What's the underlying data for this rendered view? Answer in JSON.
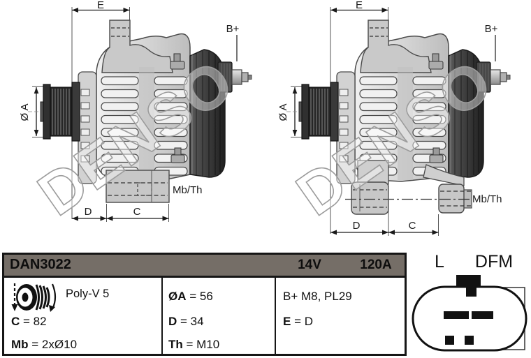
{
  "title_block": {
    "part_number": "DAN3022",
    "voltage": "14V",
    "amperage": "120A"
  },
  "drawing": {
    "watermark": "DENSO",
    "dim_e": "E",
    "dim_d": "D",
    "dim_c": "C",
    "dim_dia_a": "Ø A",
    "terminal_b": "B+",
    "mount_label": "Mb/Th"
  },
  "specs": {
    "pulley": "Poly-V 5",
    "c": {
      "label": "C",
      "value": "= 82"
    },
    "mb": {
      "label": "Mb",
      "value": "= 2xØ10"
    },
    "dia_a": {
      "label": "ØA",
      "value": "= 56"
    },
    "d": {
      "label": "D",
      "value": "= 34"
    },
    "th": {
      "label": "Th",
      "value": "= M10"
    },
    "b_terminal": "B+ M8, PL29",
    "e": {
      "label": "E",
      "value": "= D"
    }
  },
  "connector": {
    "label_l": "L",
    "label_dfm": "DFM"
  },
  "colors": {
    "header_bg": "#756e67",
    "housing_dark": "#2f2f2f",
    "body_gray": "#d6d6d6"
  }
}
